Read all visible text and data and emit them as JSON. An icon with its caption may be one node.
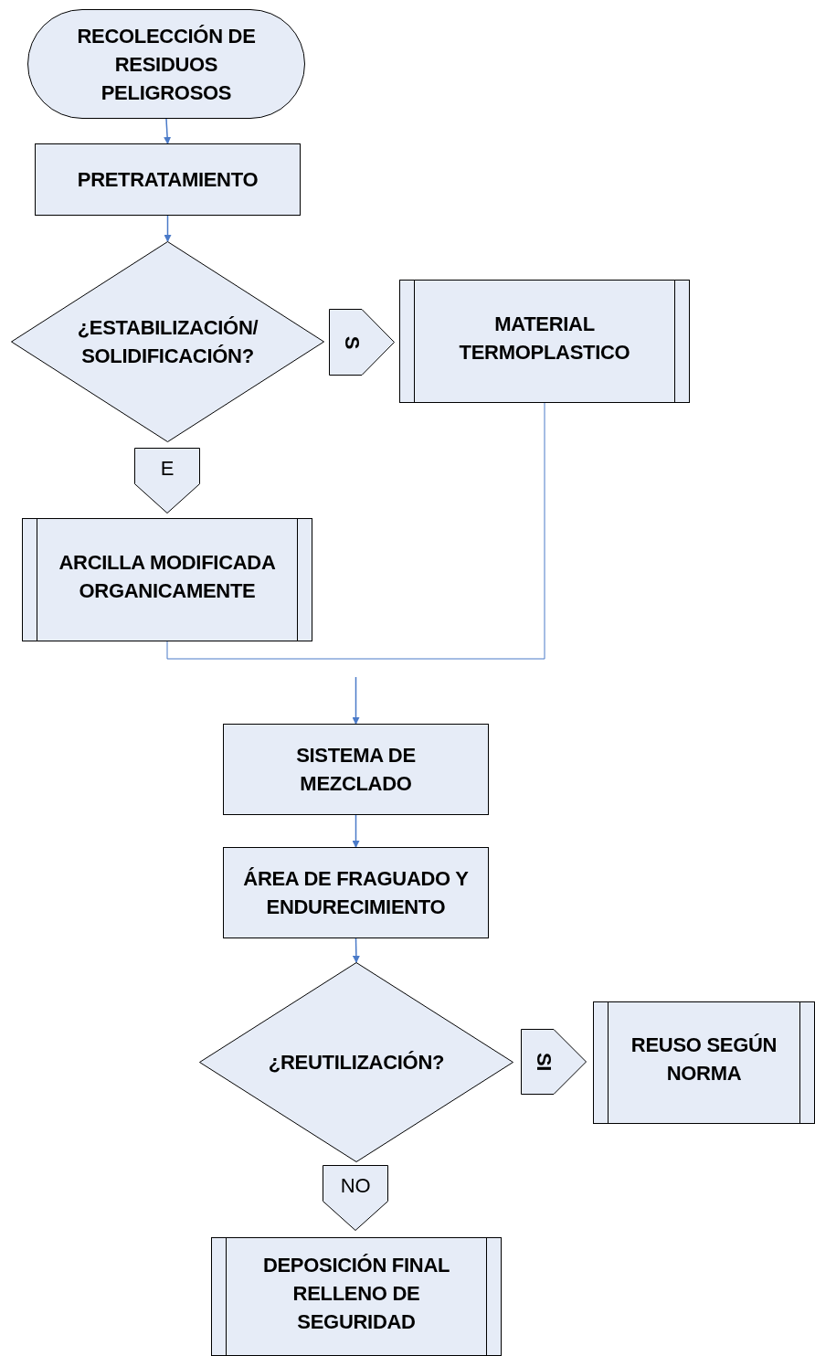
{
  "diagram": {
    "nodes": [
      {
        "text": [
          "RECOLECCIÓN DE RESIDUOS PELIGROSOS"
        ]
      },
      {
        "text": [
          "PRETRATAMIENTO"
        ]
      },
      {
        "text": [
          "¿ESTABILIZACIÓN/ SOLIDIFICACIÓN?"
        ]
      },
      {
        "text": [
          "S"
        ]
      },
      {
        "text": [
          "MATERIAL TERMOPLASTICO"
        ]
      },
      {
        "text": [
          "E"
        ]
      },
      {
        "text": [
          "ARCILLA MODIFICADA ORGANICAMENTE"
        ]
      },
      {
        "text": [
          "SISTEMA DE MEZCLADO"
        ]
      },
      {
        "text": [
          "ÁREA DE FRAGUADO Y ENDURECIMIENTO"
        ]
      },
      {
        "text": [
          "¿REUTILIZACIÓN?"
        ]
      },
      {
        "text": [
          "SI"
        ]
      },
      {
        "text": [
          "REUSO SEGÚN NORMA"
        ]
      },
      {
        "text": [
          "NO"
        ]
      },
      {
        "text": [
          "DEPOSICIÓN FINAL RELLENO DE SEGURIDAD"
        ]
      }
    ],
    "edges": [
      {
        "from": 0,
        "to": 1,
        "arrow": "to"
      },
      {
        "from": 1,
        "to": 2,
        "arrow": "to"
      },
      {
        "from": 6,
        "to": 4,
        "arrow": "none"
      },
      {
        "from": null,
        "to": 7,
        "arrow": "to"
      },
      {
        "from": 7,
        "to": 8,
        "arrow": "to"
      },
      {
        "from": 8,
        "to": 9,
        "arrow": "to"
      }
    ]
  }
}
